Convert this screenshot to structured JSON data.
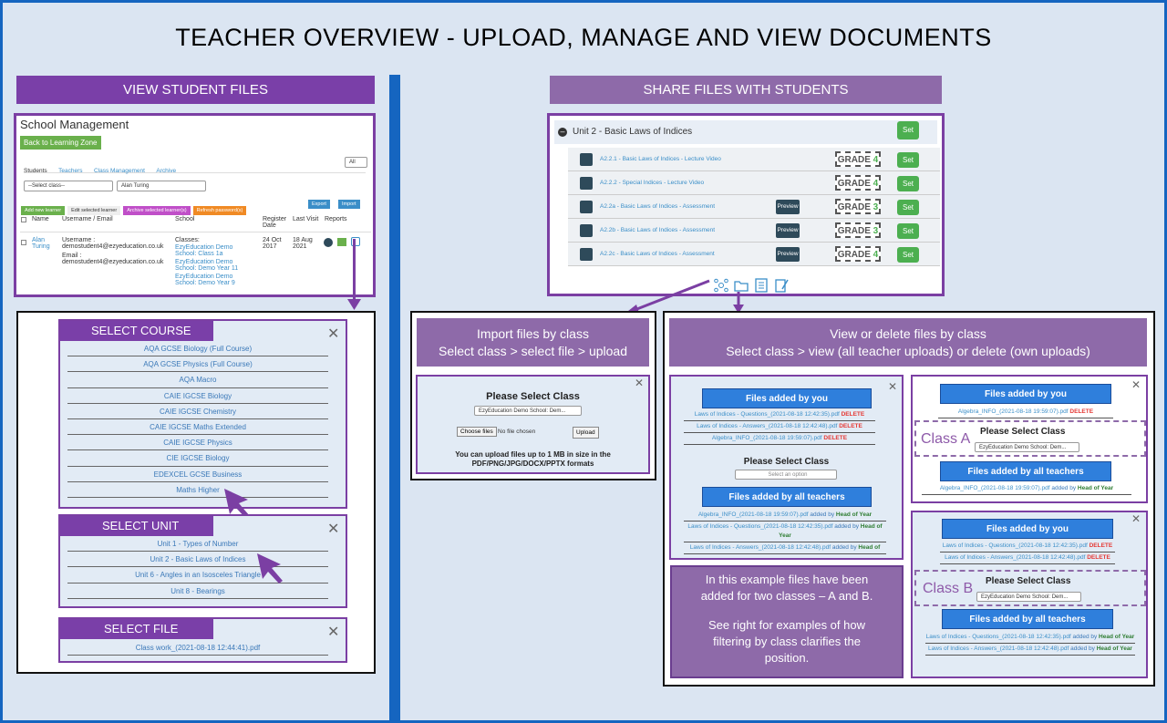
{
  "title": "TEACHER OVERVIEW - UPLOAD, MANAGE AND VIEW DOCUMENTS",
  "left_header": "VIEW STUDENT FILES",
  "right_header": "SHARE FILES WITH STUDENTS",
  "sm": {
    "title": "School Management",
    "back": "Back to Learning Zone",
    "tabs": [
      "Students",
      "Teachers",
      "Class Management",
      "Archive"
    ],
    "all": "All",
    "select_class": "--Select class--",
    "select_student": "Alan Turing",
    "btns": [
      "Add new learner",
      "Edit selected learner",
      "Archive selected learner(s)",
      "Refresh password(s)"
    ],
    "export": "Export",
    "import": "Import",
    "cols": [
      "Name",
      "Username / Email",
      "School",
      "Register Date",
      "Last Visit",
      "Reports"
    ],
    "row": {
      "name": "Alan Turing",
      "user": "Username : demostudent4@ezyeducation.co.uk",
      "email": "Email : demostudent4@ezyeducation.co.uk",
      "classes": "Classes:",
      "c1": "EzyEducation Demo School: Class 1a",
      "c2": "EzyEducation Demo School: Demo Year 11",
      "c3": "EzyEducation Demo School: Demo Year 9",
      "reg": "24 Oct 2017",
      "last": "18 Aug 2021"
    }
  },
  "course": {
    "label": "SELECT COURSE",
    "items": [
      "AQA GCSE Biology (Full Course)",
      "AQA GCSE Physics (Full Course)",
      "AQA Macro",
      "CAIE IGCSE Biology",
      "CAIE IGCSE Chemistry",
      "CAIE IGCSE Maths Extended",
      "CAIE IGCSE Physics",
      "CIE IGCSE Biology",
      "EDEXCEL GCSE Business",
      "Maths Higher"
    ]
  },
  "unit": {
    "label": "SELECT UNIT",
    "items": [
      "Unit 1 - Types of Number",
      "Unit 2 - Basic Laws of Indices",
      "Unit 6 - Angles in an Isosceles Triangle",
      "Unit 8 - Bearings"
    ]
  },
  "file": {
    "label": "SELECT FILE",
    "items": [
      "Class work_(2021-08-18 12:44:41).pdf"
    ]
  },
  "share": {
    "unit": "Unit 2 - Basic Laws of Indices",
    "set": "Set",
    "preview": "Preview",
    "rows": [
      {
        "t": "A2.2.1 - Basic Laws of Indices - Lecture Video",
        "g": "4",
        "p": false
      },
      {
        "t": "A2.2.2 - Special Indices - Lecture Video",
        "g": "4",
        "p": false
      },
      {
        "t": "A2.2a - Basic Laws of Indices - Assessment",
        "g": "3",
        "p": true
      },
      {
        "t": "A2.2b - Basic Laws of Indices - Assessment",
        "g": "3",
        "p": true
      },
      {
        "t": "A2.2c - Basic Laws of Indices - Assessment",
        "g": "4",
        "p": true
      }
    ],
    "grade": "GRADE"
  },
  "imp": {
    "h1": "Import files by class",
    "h2": "Select class > select file > upload",
    "please": "Please Select Class",
    "select": "EzyEducation Demo School: Dem...",
    "choose": "Choose files",
    "nofile": "No file chosen",
    "upload": "Upload",
    "note1": "You can upload files up to 1 MB in size in the",
    "note2": "PDF/PNG/JPG/DOCX/PPTX formats"
  },
  "view": {
    "h1": "View or delete files by class",
    "h2": "Select class > view (all teacher uploads) or delete (own uploads)"
  },
  "fv": {
    "by_you": "Files added by you",
    "by_all": "Files added by all teachers",
    "please": "Please Select Class",
    "opt": "Select an option",
    "delete": "DELETE",
    "added_by": "added by",
    "hoy": "Head of Year",
    "f1": "Laws of Indices - Questions_(2021-08-18 12:42:35).pdf",
    "f2": "Laws of Indices - Answers_(2021-08-18 12:42:48).pdf",
    "f3": "Algebra_INFO_(2021-08-18 19:59:07).pdf",
    "f2b": "Laws of Indices - Answers_(2021-08-18 12:42:48).pdf",
    "f2c": "Laws of Indices - Answers_(2021-08-18 12:42:48).pdf",
    "hoy_cut": "Head of"
  },
  "note": {
    "l1": "In this example files have been",
    "l2": "added for two classes – A and B.",
    "l3": "See right for examples of how",
    "l4": "filtering by class clarifies the",
    "l5": "position."
  },
  "classA": {
    "label": "Class A",
    "select": "EzyEducation Demo School: Dem..."
  },
  "classB": {
    "label": "Class B",
    "select": "EzyEducation Demo School: Dem..."
  }
}
